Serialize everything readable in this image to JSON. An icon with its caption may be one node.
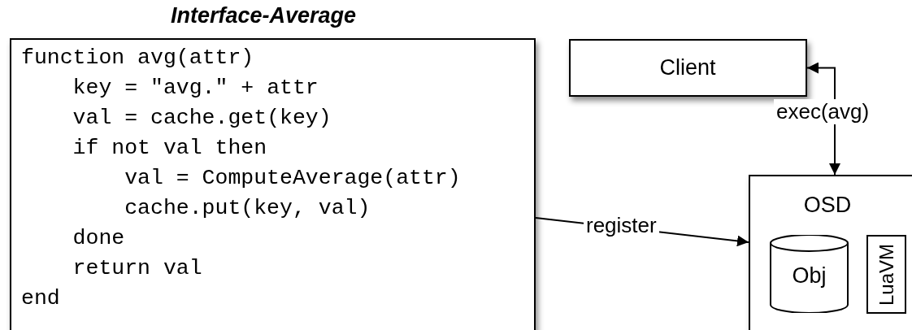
{
  "diagram": {
    "nodes": [
      {
        "text": [
          "Interface-Average",
          "function avg(attr)",
          "key = \"avg.\" + attr",
          "val = cache.get(key)",
          "if not val then",
          "val = ComputeAverage(attr)",
          "cache.put(key, val)",
          "done",
          "return val",
          "end"
        ]
      },
      {
        "text": [
          "Client"
        ]
      },
      {
        "text": [
          "OSD"
        ]
      },
      {
        "text": [
          "Obj"
        ],
        "in": 2
      },
      {
        "text": [
          "LuaVM"
        ],
        "in": 2
      }
    ],
    "edges": [
      {
        "from": 0,
        "to": 2,
        "arrow": "to",
        "label": "register"
      },
      {
        "from": 1,
        "to": 2,
        "arrow": "both",
        "label": "exec(avg)"
      }
    ]
  }
}
